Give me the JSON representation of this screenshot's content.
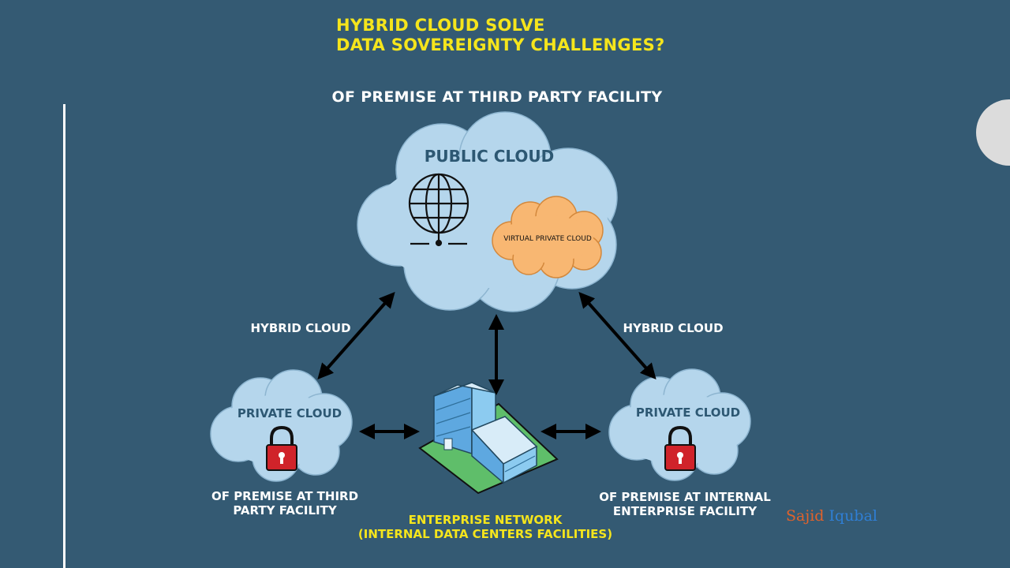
{
  "title": {
    "line1": "HYBRID CLOUD SOLVE",
    "line2": "DATA SOVEREIGNTY CHALLENGES?"
  },
  "subtitle": "OF PREMISE AT THIRD PARTY FACILITY",
  "public_cloud": {
    "label": "PUBLIC CLOUD",
    "virtual_private_cloud": "VIRTUAL PRIVATE CLOUD"
  },
  "links": {
    "left": "HYBRID CLOUD",
    "right": "HYBRID CLOUD"
  },
  "private_cloud_left": {
    "label": "PRIVATE CLOUD",
    "caption_line1": "OF PREMISE AT THIRD",
    "caption_line2": "PARTY FACILITY"
  },
  "private_cloud_right": {
    "label": "PRIVATE CLOUD",
    "caption_line1": "OF PREMISE AT INTERNAL",
    "caption_line2": "ENTERPRISE FACILITY"
  },
  "enterprise": {
    "line1": "ENTERPRISE NETWORK",
    "line2": "(INTERNAL DATA CENTERS FACILITIES)"
  },
  "signature": {
    "first": "Sajid",
    "last": "Iqubal"
  },
  "colors": {
    "background": "#345a73",
    "title": "#f5e51c",
    "cloud_fill": "#b5d6ec",
    "vpc_fill": "#f8b772",
    "lock": "#d0232a"
  }
}
